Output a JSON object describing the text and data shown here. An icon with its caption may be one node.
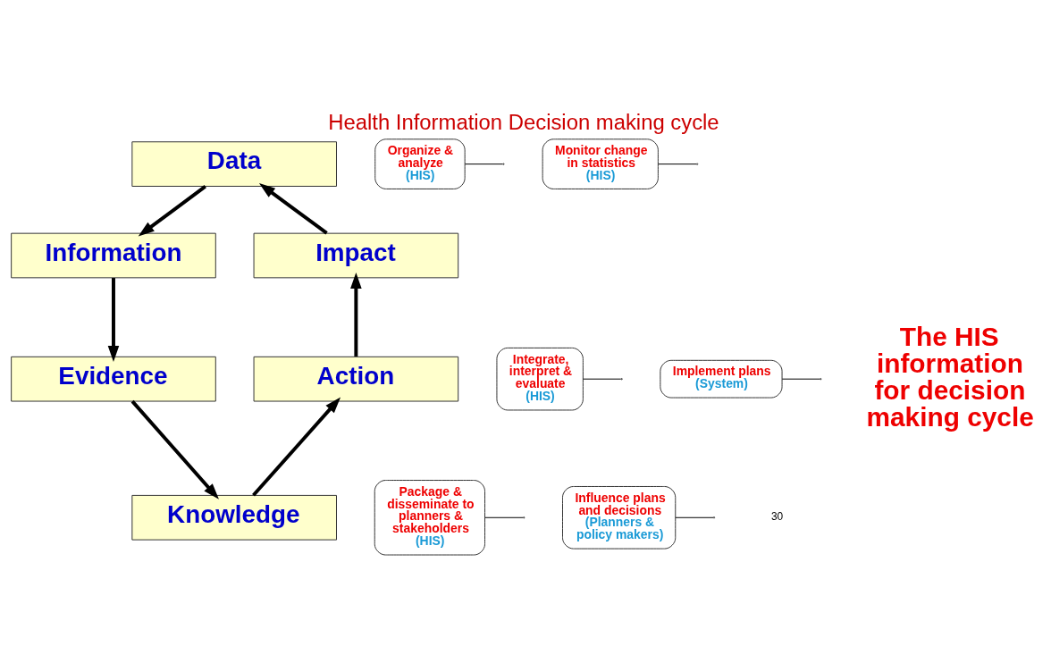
{
  "diagram": {
    "title": "Health Information Decision making cycle",
    "nodes": [
      {
        "text": [
          "Data"
        ]
      },
      {
        "text": [
          "Information"
        ]
      },
      {
        "text": [
          "Evidence"
        ]
      },
      {
        "text": [
          "Knowledge"
        ]
      },
      {
        "text": [
          "Action"
        ]
      },
      {
        "text": [
          "Impact"
        ]
      },
      {
        "text": [
          "Organize & analyze",
          "(HIS)"
        ]
      },
      {
        "text": [
          "Integrate, interpret & evaluate",
          "(HIS)"
        ]
      },
      {
        "text": [
          "Package & disseminate to planners & stakeholders",
          "(HIS)"
        ]
      },
      {
        "text": [
          "Influence plans and decisions",
          "(Planners & policy makers)"
        ]
      },
      {
        "text": [
          "Implement plans",
          "(System)"
        ]
      },
      {
        "text": [
          "Monitor change in statistics",
          "(HIS)"
        ]
      }
    ],
    "edges": [
      {
        "from": 0,
        "to": 1,
        "arrow": "to",
        "style": "thick"
      },
      {
        "from": 1,
        "to": 2,
        "arrow": "to",
        "style": "thick"
      },
      {
        "from": 2,
        "to": 3,
        "arrow": "to",
        "style": "thick"
      },
      {
        "from": 3,
        "to": 4,
        "arrow": "to",
        "style": "thick"
      },
      {
        "from": 4,
        "to": 5,
        "arrow": "to",
        "style": "thick"
      },
      {
        "from": 5,
        "to": 0,
        "arrow": "to",
        "style": "thick"
      },
      {
        "from": 6,
        "to": null,
        "arrow": "none"
      },
      {
        "from": 7,
        "to": null,
        "arrow": "none"
      },
      {
        "from": 8,
        "to": null,
        "arrow": "none"
      },
      {
        "from": 9,
        "to": null,
        "arrow": "none"
      },
      {
        "from": 10,
        "to": null,
        "arrow": "none"
      },
      {
        "from": 11,
        "to": null,
        "arrow": "none"
      }
    ],
    "labels": [
      "The HIS information for decision making cycle",
      "30"
    ]
  }
}
